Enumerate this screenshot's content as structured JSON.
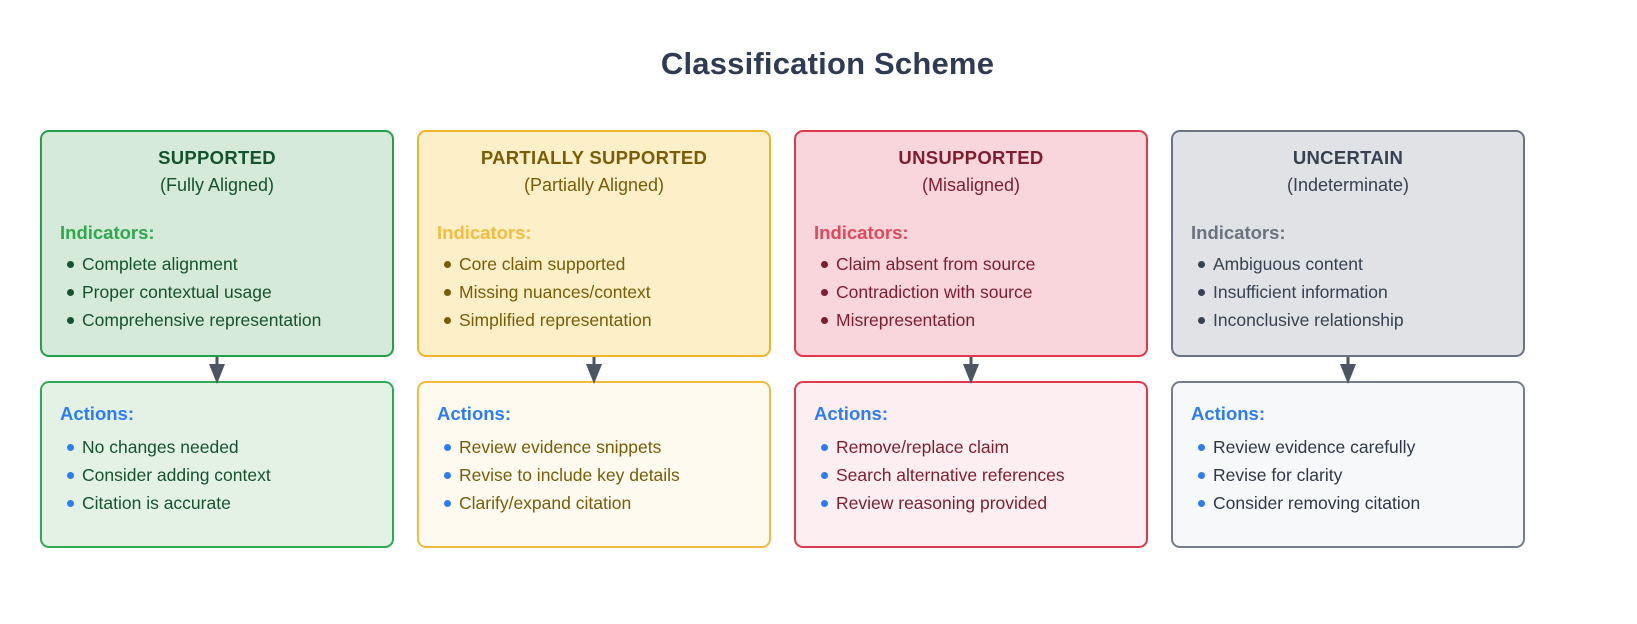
{
  "page": {
    "title": "Classification Scheme",
    "background_color": "#ffffff",
    "title_color": "#2f3b52"
  },
  "labels": {
    "indicators": "Indicators:",
    "actions": "Actions:",
    "actions_color": "#2b7cf6",
    "connector_color": "#4b5563"
  },
  "columns": [
    {
      "key": "supported",
      "title": "SUPPORTED",
      "subtitle": "(Fully Aligned)",
      "accent_color": "#22a04a",
      "class_bg": "#d5ead8",
      "actions_bg": "#e4f2e6",
      "text_color": "#14532d",
      "label_color": "#2fa84f",
      "indicators_label": "Indicators:",
      "indicators": [
        "Complete alignment",
        "Proper contextual usage",
        "Comprehensive representation"
      ],
      "actions_label": "Actions:",
      "actions": [
        "No changes needed",
        "Consider adding context",
        "Citation is accurate"
      ]
    },
    {
      "key": "partially-supported",
      "title": "PARTIALLY SUPPORTED",
      "subtitle": "(Partially Aligned)",
      "accent_color": "#f0b429",
      "class_bg": "#fdf0c9",
      "actions_bg": "#fefaef",
      "text_color": "#7a5c06",
      "label_color": "#f5bd3f",
      "indicators_label": "Indicators:",
      "indicators": [
        "Core claim supported",
        "Missing nuances/context",
        "Simplified representation"
      ],
      "actions_label": "Actions:",
      "actions": [
        "Review evidence snippets",
        "Revise to include key details",
        "Clarify/expand citation"
      ]
    },
    {
      "key": "unsupported",
      "title": "UNSUPPORTED",
      "subtitle": "(Misaligned)",
      "accent_color": "#e0384e",
      "class_bg": "#f8d6dc",
      "actions_bg": "#fdeff1",
      "text_color": "#7f1d2e",
      "label_color": "#e2485c",
      "indicators_label": "Indicators:",
      "indicators": [
        "Claim absent from source",
        "Contradiction with source",
        "Misrepresentation"
      ],
      "actions_label": "Actions:",
      "actions": [
        "Remove/replace claim",
        "Search alternative references",
        "Review reasoning provided"
      ]
    },
    {
      "key": "uncertain",
      "title": "UNCERTAIN",
      "subtitle": "(Indeterminate)",
      "accent_color": "#6b7484",
      "class_bg": "#e0e2e5",
      "actions_bg": "#f7f8fa",
      "text_color": "#374151",
      "label_color": "#6b7280",
      "indicators_label": "Indicators:",
      "indicators": [
        "Ambiguous content",
        "Insufficient information",
        "Inconclusive relationship"
      ],
      "actions_label": "Actions:",
      "actions": [
        "Review evidence carefully",
        "Revise for clarity",
        "Consider removing citation"
      ]
    }
  ]
}
